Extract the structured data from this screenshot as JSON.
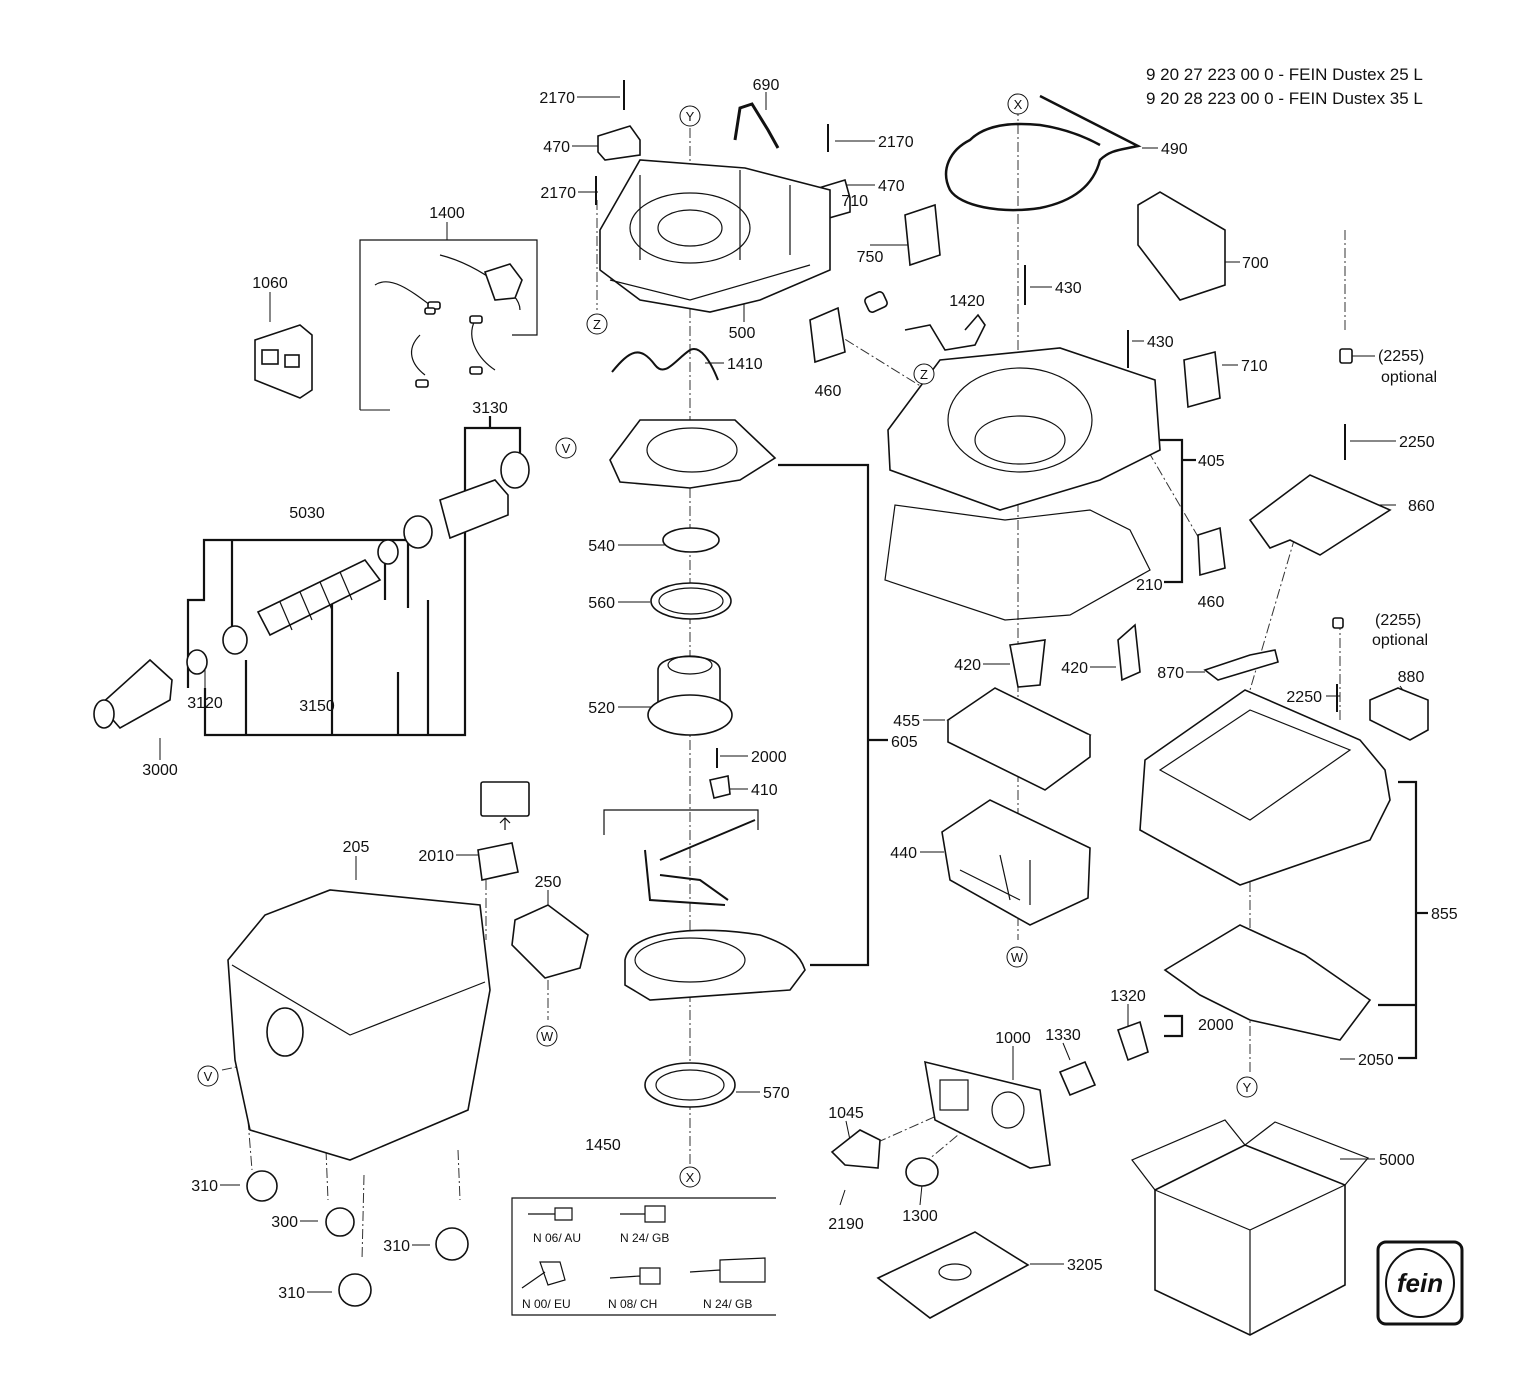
{
  "header": {
    "line1": "9 20 27 223 00 0 - FEIN Dustex 25 L",
    "line2": "9 20 28 223 00 0 - FEIN Dustex 35 L"
  },
  "parts": [
    "2170",
    "690",
    "470",
    "2170",
    "2170",
    "470",
    "1400",
    "1060",
    "500",
    "1410",
    "710",
    "750",
    "1420",
    "460",
    "490",
    "700",
    "430",
    "430",
    "710",
    "(2255)",
    "optional",
    "2250",
    "405",
    "860",
    "210",
    "460",
    "3130",
    "5030",
    "540",
    "560",
    "520",
    "3120",
    "3150",
    "3000",
    "420",
    "420",
    "870",
    "(2255)",
    "optional",
    "2250",
    "880",
    "455",
    "605",
    "2000",
    "410",
    "440",
    "855",
    "205",
    "2010",
    "250",
    "1320",
    "2000",
    "1000",
    "1330",
    "2050",
    "570",
    "1045",
    "1450",
    "2190",
    "1300",
    "5000",
    "310",
    "300",
    "310",
    "310",
    "3205"
  ],
  "markers": [
    "Y",
    "X",
    "Z",
    "Z",
    "V",
    "V",
    "W",
    "W",
    "X",
    "Y"
  ],
  "plugs": [
    "N 06/ AU",
    "N 24/ GB",
    "N 00/ EU",
    "N 08/ CH",
    "N 24/ GB"
  ],
  "logo": {
    "text": "fein"
  }
}
